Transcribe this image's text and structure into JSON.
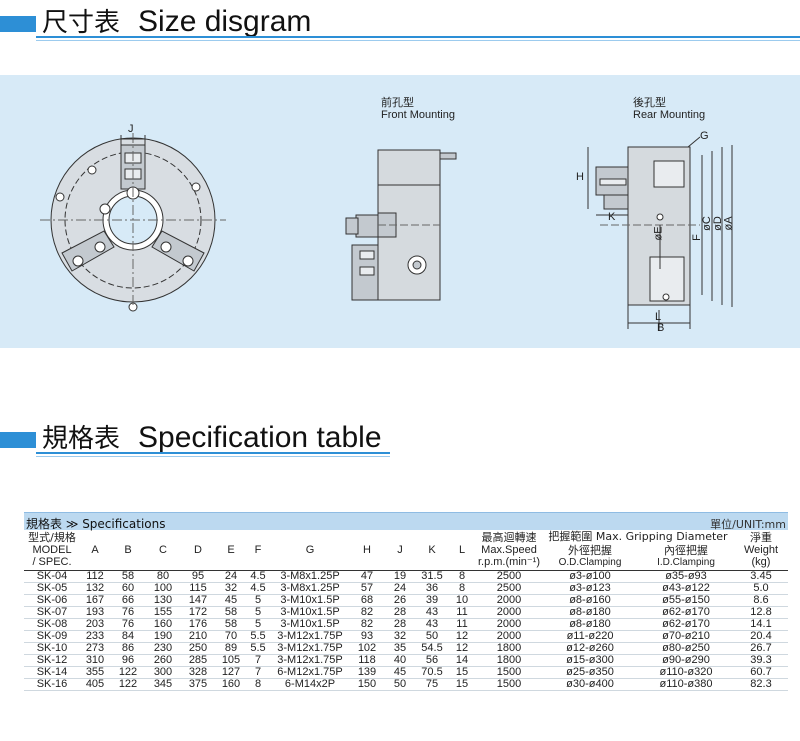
{
  "size_section": {
    "title_cn": "尺寸表",
    "title_en": "Size disgram"
  },
  "diagram_labels": {
    "front_cn": "前孔型",
    "front_en": "Front Mounting",
    "rear_cn": "後孔型",
    "rear_en": "Rear Mounting",
    "J": "J",
    "G": "G",
    "H": "H",
    "K": "K",
    "L": "L",
    "E": "øE",
    "C": "øC",
    "D": "øD",
    "A": "øA",
    "F": "F",
    "B": "B"
  },
  "spec_section": {
    "title_cn": "規格表",
    "title_en": "Specification table"
  },
  "spec_table": {
    "bar_title": "規格表 ≫ Specifications",
    "unit": "單位/UNIT:mm",
    "headers": {
      "model_cn": "型式/規格",
      "model_en1": "MODEL",
      "model_en2": "/ SPEC.",
      "A": "A",
      "B": "B",
      "C": "C",
      "D": "D",
      "E": "E",
      "F": "F",
      "G": "G",
      "H": "H",
      "J": "J",
      "K": "K",
      "L": "L",
      "speed_cn": "最高迴轉速",
      "speed_en": "Max.Speed",
      "speed_unit": "r.p.m.(min⁻¹)",
      "grip_title": "把握範圍  Max. Gripping Diameter",
      "od_cn": "外徑把握",
      "od_en": "O.D.Clamping",
      "id_cn": "內徑把握",
      "id_en": "I.D.Clamping",
      "weight_cn": "淨重",
      "weight_en": "Weight",
      "weight_unit": "(kg)"
    },
    "rows": [
      [
        "SK-04",
        "112",
        "58",
        "80",
        "95",
        "24",
        "4.5",
        "3-M8x1.25P",
        "47",
        "19",
        "31.5",
        "8",
        "2500",
        "ø3-ø100",
        "ø35-ø93",
        "3.45"
      ],
      [
        "SK-05",
        "132",
        "60",
        "100",
        "115",
        "32",
        "4.5",
        "3-M8x1.25P",
        "57",
        "24",
        "36",
        "8",
        "2500",
        "ø3-ø123",
        "ø43-ø122",
        "5.0"
      ],
      [
        "SK-06",
        "167",
        "66",
        "130",
        "147",
        "45",
        "5",
        "3-M10x1.5P",
        "68",
        "26",
        "39",
        "10",
        "2000",
        "ø8-ø160",
        "ø55-ø150",
        "8.6"
      ],
      [
        "SK-07",
        "193",
        "76",
        "155",
        "172",
        "58",
        "5",
        "3-M10x1.5P",
        "82",
        "28",
        "43",
        "11",
        "2000",
        "ø8-ø180",
        "ø62-ø170",
        "12.8"
      ],
      [
        "SK-08",
        "203",
        "76",
        "160",
        "176",
        "58",
        "5",
        "3-M10x1.5P",
        "82",
        "28",
        "43",
        "11",
        "2000",
        "ø8-ø180",
        "ø62-ø170",
        "14.1"
      ],
      [
        "SK-09",
        "233",
        "84",
        "190",
        "210",
        "70",
        "5.5",
        "3-M12x1.75P",
        "93",
        "32",
        "50",
        "12",
        "2000",
        "ø11-ø220",
        "ø70-ø210",
        "20.4"
      ],
      [
        "SK-10",
        "273",
        "86",
        "230",
        "250",
        "89",
        "5.5",
        "3-M12x1.75P",
        "102",
        "35",
        "54.5",
        "12",
        "1800",
        "ø12-ø260",
        "ø80-ø250",
        "26.7"
      ],
      [
        "SK-12",
        "310",
        "96",
        "260",
        "285",
        "105",
        "7",
        "3-M12x1.75P",
        "118",
        "40",
        "56",
        "14",
        "1800",
        "ø15-ø300",
        "ø90-ø290",
        "39.3"
      ],
      [
        "SK-14",
        "355",
        "122",
        "300",
        "328",
        "127",
        "7",
        "6-M12x1.75P",
        "139",
        "45",
        "70.5",
        "15",
        "1500",
        "ø25-ø350",
        "ø110-ø320",
        "60.7"
      ],
      [
        "SK-16",
        "405",
        "122",
        "345",
        "375",
        "160",
        "8",
        "6-M14x2P",
        "150",
        "50",
        "75",
        "15",
        "1500",
        "ø30-ø400",
        "ø110-ø380",
        "82.3"
      ]
    ]
  }
}
